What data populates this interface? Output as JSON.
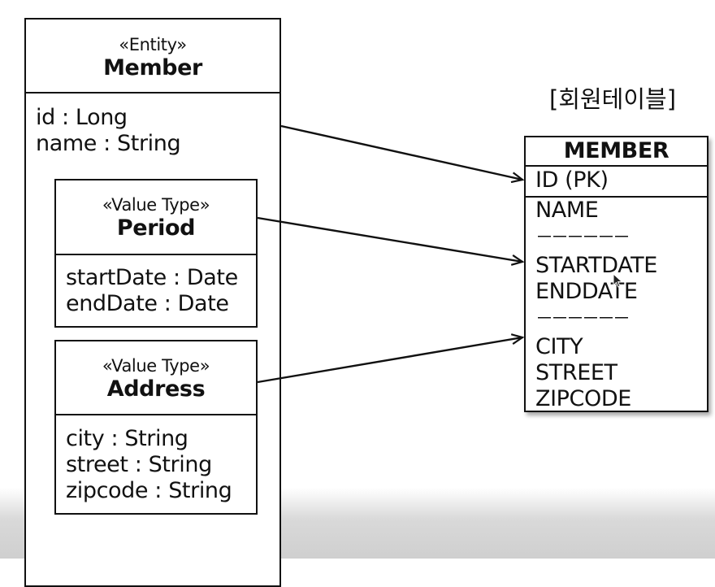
{
  "entity": {
    "stereotype": "«Entity»",
    "name": "Member",
    "attributes": [
      "id : Long",
      "name : String"
    ]
  },
  "period": {
    "stereotype": "«Value Type»",
    "name": "Period",
    "attributes": [
      "startDate : Date",
      "endDate : Date"
    ]
  },
  "address": {
    "stereotype": "«Value Type»",
    "name": "Address",
    "attributes": [
      "city : String",
      "street : String",
      "zipcode : String"
    ]
  },
  "table": {
    "label": "[회원테이블]",
    "name": "MEMBER",
    "pk": "ID (PK)",
    "columns": [
      "NAME",
      "－－－－－－",
      "STARTDATE",
      "ENDDATE",
      "－－－－－－",
      "CITY",
      "STREET",
      "ZIPCODE"
    ]
  },
  "colors": {
    "line": "#111111",
    "background": "#ffffff"
  }
}
